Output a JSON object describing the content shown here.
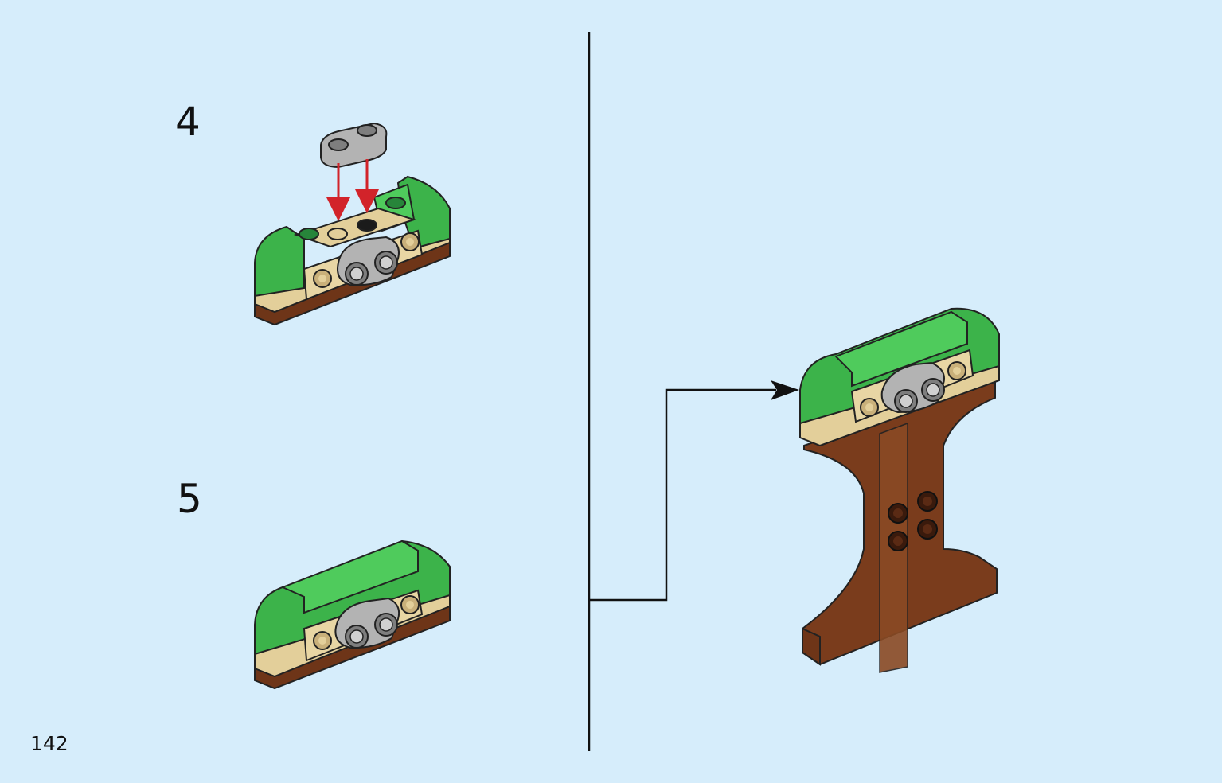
{
  "page": {
    "page_number": "142",
    "background_color": "#d6edfb"
  },
  "steps": [
    {
      "number": "4"
    },
    {
      "number": "5"
    }
  ],
  "colors": {
    "green": "#3cb34a",
    "green_light": "#4fcb5c",
    "green_dark": "#27853a",
    "tan": "#e3cf9a",
    "tan_dark": "#c9b07a",
    "brown": "#7a3c1c",
    "brown_light": "#8a4a24",
    "gray": "#b3b3b3",
    "gray_dark": "#7e7e7e",
    "arrow_red": "#d2232a",
    "line": "#111111"
  }
}
